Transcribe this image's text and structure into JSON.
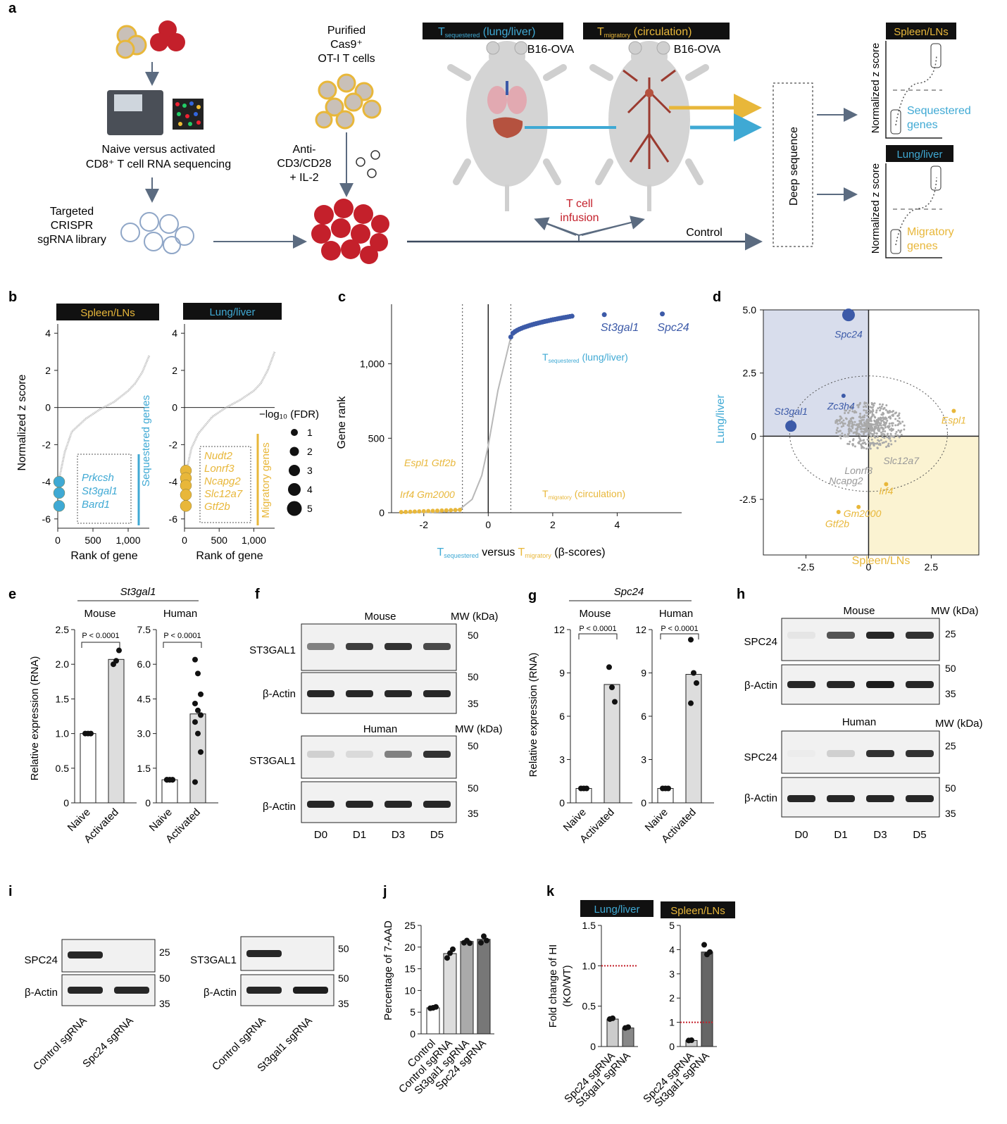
{
  "colors": {
    "blue": "#3fa9d4",
    "yellow": "#e8b73a",
    "navy": "#3c5aa8",
    "grey": "#b8b8b8",
    "red": "#c4202b",
    "gold": "#f2b705",
    "pink": "#d9386a"
  },
  "a": {
    "letter": "a",
    "rna_seq_label_1": "Naive versus activated",
    "rna_seq_label_2": "CD8⁺ T cell RNA sequencing",
    "library_label_1": "Targeted",
    "library_label_2": "CRISPR",
    "library_label_3": "sgRNA library",
    "purified_1": "Purified",
    "purified_2": "Cas9⁺",
    "purified_3": "OT-I T cells",
    "stim_1": "Anti-",
    "stim_2": "CD3/CD28",
    "stim_3": "+ IL-2",
    "seq_header_main": "T",
    "seq_header_sub": "sequestered",
    "seq_header_rest": " (lung/liver)",
    "mig_header_main": "T",
    "mig_header_sub": "migratory",
    "mig_header_rest": " (circulation)",
    "model_1": "B16-OVA",
    "model_2": "B16-OVA",
    "infusion_1": "T cell",
    "infusion_2": "infusion",
    "control": "Control",
    "deep_seq": "Deep sequence",
    "panel1_tag": "Spleen/LNs",
    "panel1_ylabel": "Normalized z score",
    "panel1_text_1": "Sequestered",
    "panel1_text_2": "genes",
    "panel2_tag": "Lung/liver",
    "panel2_ylabel": "Normalized z score",
    "panel2_text_1": "Migratory",
    "panel2_text_2": "genes"
  },
  "b": {
    "letter": "b",
    "left_tag": "Spleen/LNs",
    "right_tag": "Lung/liver",
    "ylabel": "Normalized z score",
    "xlabel": "Rank of gene",
    "yticks": [
      "4",
      "2",
      "0",
      "-2",
      "-4",
      "-6"
    ],
    "xticks": [
      "0",
      "500",
      "1,000"
    ],
    "left_genes": [
      "Prkcsh",
      "St3gal1",
      "Bard1"
    ],
    "left_group": "Sequestered genes",
    "right_genes": [
      "Nudt2",
      "Lonrf3",
      "Ncapg2",
      "Slc12a7",
      "Gtf2b"
    ],
    "right_group": "Migratory genes",
    "legend_title": "−log₁₀ (FDR)",
    "legend_values": [
      "1",
      "2",
      "3",
      "4",
      "5"
    ]
  },
  "c": {
    "letter": "c",
    "ylabel": "Gene rank",
    "yticks": [
      "1,000",
      "500",
      "0"
    ],
    "xticks": [
      "-2",
      "0",
      "2",
      "4"
    ],
    "xlabel_a": "T",
    "xlabel_a_sub": "sequestered",
    "xlabel_mid": " versus ",
    "xlabel_b": "T",
    "xlabel_b_sub": "migratory",
    "xlabel_end": " (β-scores)",
    "top_genes": [
      "St3gal1",
      "Spc24"
    ],
    "top_group_main": "T",
    "top_group_sub": "sequestered",
    "top_group_rest": " (lung/liver)",
    "bottom_genes_1": "Espl1 Gtf2b",
    "bottom_genes_2": "Irf4 Gm2000",
    "bottom_group_main": "T",
    "bottom_group_sub": "migratory",
    "bottom_group_rest": " (circulation)"
  },
  "d": {
    "letter": "d",
    "ylabel": "Lung/liver",
    "xlabel": "Spleen/LNs",
    "yticks": [
      "5.0",
      "2.5",
      "0",
      "-2.5"
    ],
    "xticks": [
      "-2.5",
      "0",
      "2.5"
    ],
    "blue_labels": [
      "Spc24",
      "St3gal1",
      "Zc3h4"
    ],
    "grey_labels": [
      "Slc12a7",
      "Lonrf3",
      "Ncapg2"
    ],
    "yellow_labels": [
      "Espl1",
      "Irf4",
      "Gm2000",
      "Gtf2b"
    ]
  },
  "e": {
    "letter": "e",
    "gene": "St3gal1",
    "ylabel": "Relative expression (RNA)",
    "mouse": "Mouse",
    "human": "Human",
    "p": "P < 0.0001",
    "mouse_yticks": [
      "2.5",
      "2.0",
      "1.5",
      "1.0",
      "0.5",
      "0"
    ],
    "human_yticks": [
      "7.5",
      "6.0",
      "4.5",
      "3.0",
      "1.5",
      "0"
    ],
    "categories": [
      "Naive",
      "Activated"
    ]
  },
  "f": {
    "letter": "f",
    "mouse": "Mouse",
    "human": "Human",
    "mw": "MW (kDa)",
    "target": "ST3GAL1",
    "actin": "β-Actin",
    "mw_top": [
      "50"
    ],
    "mw_actin": [
      "50",
      "35"
    ],
    "lanes": [
      "D0",
      "D1",
      "D3",
      "D5"
    ]
  },
  "g": {
    "letter": "g",
    "gene": "Spc24",
    "ylabel": "Relative expression (RNA)",
    "mouse": "Mouse",
    "human": "Human",
    "p": "P < 0.0001",
    "yticks": [
      "12",
      "9",
      "6",
      "3",
      "0"
    ],
    "categories": [
      "Naive",
      "Activated"
    ]
  },
  "h": {
    "letter": "h",
    "mouse": "Mouse",
    "human": "Human",
    "mw": "MW (kDa)",
    "target": "SPC24",
    "actin": "β-Actin",
    "mw_top": [
      "25"
    ],
    "mw_actin": [
      "50",
      "35"
    ],
    "lanes": [
      "D0",
      "D1",
      "D3",
      "D5"
    ]
  },
  "i": {
    "letter": "i",
    "left_target": "SPC24",
    "right_target": "ST3GAL1",
    "actin": "β-Actin",
    "left_mw": [
      "25",
      "50",
      "35"
    ],
    "right_mw": [
      "50",
      "50",
      "35"
    ],
    "left_lanes": [
      "Control sgRNA",
      "Spc24 sgRNA"
    ],
    "right_lanes": [
      "Control sgRNA",
      "St3gal1 sgRNA"
    ]
  },
  "j": {
    "letter": "j",
    "ylabel": "Percentage of 7-AAD",
    "yticks": [
      "25",
      "20",
      "15",
      "10",
      "5",
      "0"
    ],
    "categories": [
      "Control",
      "Control sgRNA",
      "St3gal1 sgRNA",
      "Spc24 sgRNA"
    ]
  },
  "k": {
    "letter": "k",
    "left_tag": "Lung/liver",
    "right_tag": "Spleen/LNs",
    "ylabel_1": "Fold change of HI",
    "ylabel_2": "(KO/WT)",
    "left_yticks": [
      "1.5",
      "1.0",
      "0.5",
      "0"
    ],
    "right_yticks": [
      "5",
      "4",
      "3",
      "2",
      "1",
      "0"
    ],
    "categories": [
      "Spc24 sgRNA",
      "St3gal1 sgRNA"
    ]
  },
  "chart_data": [
    {
      "panel": "b-left",
      "type": "scatter",
      "title": "Spleen/LNs",
      "xlabel": "Rank of gene",
      "ylabel": "Normalized z score",
      "xlim": [
        0,
        1300
      ],
      "ylim": [
        -6.5,
        4.5
      ],
      "x": [
        0,
        100,
        200,
        400,
        600,
        800,
        1000,
        1100,
        1200,
        1300
      ],
      "y": [
        -4.2,
        -2.4,
        -1.3,
        -0.6,
        -0.1,
        0.3,
        0.9,
        1.3,
        1.9,
        2.8
      ],
      "highlight": [
        {
          "label": "Prkcsh",
          "y": -4.0
        },
        {
          "label": "St3gal1",
          "y": -4.6
        },
        {
          "label": "Bard1",
          "y": -5.3
        }
      ]
    },
    {
      "panel": "b-right",
      "type": "scatter",
      "title": "Lung/liver",
      "xlabel": "Rank of gene",
      "ylabel": "Normalized z score",
      "xlim": [
        0,
        1300
      ],
      "ylim": [
        -6.5,
        4.5
      ],
      "x": [
        0,
        100,
        200,
        400,
        600,
        800,
        1000,
        1100,
        1200,
        1300
      ],
      "y": [
        -3.9,
        -2.2,
        -1.4,
        -0.5,
        0.0,
        0.4,
        0.9,
        1.3,
        2.0,
        3.0
      ],
      "highlight": [
        {
          "label": "Nudt2",
          "y": -3.4
        },
        {
          "label": "Lonrf3",
          "y": -3.8
        },
        {
          "label": "Ncapg2",
          "y": -4.2
        },
        {
          "label": "Slc12a7",
          "y": -4.7
        },
        {
          "label": "Gtf2b",
          "y": -5.3
        }
      ]
    },
    {
      "panel": "c",
      "type": "line",
      "xlabel": "Tsequestered versus Tmigratory (β-scores)",
      "ylabel": "Gene rank",
      "xlim": [
        -3,
        6
      ],
      "ylim": [
        0,
        1400
      ],
      "x": [
        -2.6,
        -1.5,
        -0.9,
        -0.5,
        -0.2,
        0,
        0.3,
        0.7,
        1.2,
        2.0,
        2.6,
        3.6,
        5.4
      ],
      "y": [
        0,
        5,
        20,
        90,
        250,
        450,
        820,
        1180,
        1260,
        1300,
        1320,
        1330,
        1335
      ],
      "labeled": [
        {
          "label": "St3gal1",
          "x": 3.6,
          "y": 1330
        },
        {
          "label": "Spc24",
          "x": 5.4,
          "y": 1335
        }
      ]
    },
    {
      "panel": "d",
      "type": "scatter",
      "xlabel": "Spleen/LNs",
      "ylabel": "Lung/liver",
      "xlim": [
        -4.2,
        4.4
      ],
      "ylim": [
        -4.7,
        5.0
      ],
      "points": [
        {
          "label": "Spc24",
          "x": -0.8,
          "y": 4.8
        },
        {
          "label": "St3gal1",
          "x": -3.1,
          "y": 0.4
        },
        {
          "label": "Zc3h4",
          "x": -1.0,
          "y": 1.6
        },
        {
          "label": "Espl1",
          "x": 3.4,
          "y": 1.0
        },
        {
          "label": "Irf4",
          "x": 0.7,
          "y": -1.9
        },
        {
          "label": "Gm2000",
          "x": -0.4,
          "y": -2.8
        },
        {
          "label": "Gtf2b",
          "x": -1.2,
          "y": -3.0
        }
      ]
    },
    {
      "panel": "e-mouse",
      "type": "bar",
      "title": "Mouse",
      "categories": [
        "Naive",
        "Activated"
      ],
      "values": [
        1.0,
        2.07
      ],
      "ylim": [
        0,
        2.5
      ],
      "points": [
        [
          1,
          1,
          1
        ],
        [
          2.0,
          2.05,
          2.2
        ]
      ]
    },
    {
      "panel": "e-human",
      "type": "bar",
      "title": "Human",
      "categories": [
        "Naive",
        "Activated"
      ],
      "values": [
        1.0,
        3.85
      ],
      "ylim": [
        0,
        7.5
      ],
      "points": [
        [
          1,
          1,
          1,
          1,
          1,
          1,
          1,
          1,
          1,
          1
        ],
        [
          6.2,
          5.6,
          4.7,
          4.3,
          4.0,
          3.8,
          3.5,
          3.0,
          2.2,
          0.9
        ]
      ]
    },
    {
      "panel": "g-mouse",
      "type": "bar",
      "title": "Mouse",
      "categories": [
        "Naive",
        "Activated"
      ],
      "values": [
        1.0,
        8.2
      ],
      "ylim": [
        0,
        12
      ],
      "points": [
        [
          1,
          1,
          1
        ],
        [
          9.4,
          8.0,
          7.0
        ]
      ]
    },
    {
      "panel": "g-human",
      "type": "bar",
      "title": "Human",
      "categories": [
        "Naive",
        "Activated"
      ],
      "values": [
        1.0,
        8.9
      ],
      "ylim": [
        0,
        12
      ],
      "points": [
        [
          1,
          1,
          1
        ],
        [
          11.3,
          9.0,
          8.3,
          6.9
        ]
      ]
    },
    {
      "panel": "j",
      "type": "bar",
      "ylabel": "Percentage of 7-AAD",
      "categories": [
        "Control",
        "Control sgRNA",
        "St3gal1 sgRNA",
        "Spc24 sgRNA"
      ],
      "values": [
        6.0,
        18.5,
        21.3,
        21.8
      ],
      "ylim": [
        0,
        25
      ]
    },
    {
      "panel": "k-left",
      "type": "bar",
      "title": "Lung/liver",
      "ylabel": "Fold change of HI (KO/WT)",
      "categories": [
        "Spc24 sgRNA",
        "St3gal1 sgRNA"
      ],
      "values": [
        0.34,
        0.23
      ],
      "ylim": [
        0,
        1.5
      ],
      "reference": 1.0
    },
    {
      "panel": "k-right",
      "type": "bar",
      "title": "Spleen/LNs",
      "ylabel": "Fold change of HI (KO/WT)",
      "categories": [
        "Spc24 sgRNA",
        "St3gal1 sgRNA"
      ],
      "values": [
        0.25,
        3.9
      ],
      "ylim": [
        0,
        5
      ],
      "reference": 1.0
    }
  ]
}
